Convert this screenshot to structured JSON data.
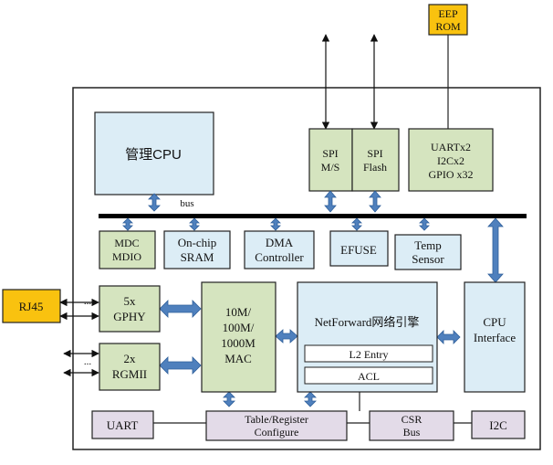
{
  "colors": {
    "light_blue": "#dcedf6",
    "green": "#d5e4bf",
    "purple": "#e3dbe8",
    "orange": "#f9c20f",
    "arrow_blue": "#4f80bd",
    "line": "#222222",
    "bus": "#000000"
  },
  "labels": {
    "eeprom": [
      "EEP",
      "ROM"
    ],
    "rj45": "RJ45",
    "cpu_mgmt": "管理CPU",
    "bus": "bus",
    "spi_ms": [
      "SPI",
      "M/S"
    ],
    "spi_flash": [
      "SPI",
      "Flash"
    ],
    "uart_i2c_gpio": [
      "UARTx2",
      "I2Cx2",
      "GPIO x32"
    ],
    "mdc": [
      "MDC",
      "MDIO"
    ],
    "sram": [
      "On-chip",
      "SRAM"
    ],
    "dma": [
      "DMA",
      "Controller"
    ],
    "efuse": "EFUSE",
    "temp": [
      "Temp",
      "Sensor"
    ],
    "gphy": [
      "5x",
      "GPHY"
    ],
    "rgmii": [
      "2x",
      "RGMII"
    ],
    "mac": [
      "10M/",
      "100M/",
      "1000M",
      "MAC"
    ],
    "netforward": "NetForward网络引擎",
    "l2": "L2 Entry",
    "acl": "ACL",
    "cpu_if": [
      "CPU",
      "Interface"
    ],
    "uart": "UART",
    "table": [
      "Table/Register",
      "Configure"
    ],
    "csr": [
      "CSR",
      "Bus"
    ],
    "i2c": "I2C",
    "dots": "..."
  }
}
